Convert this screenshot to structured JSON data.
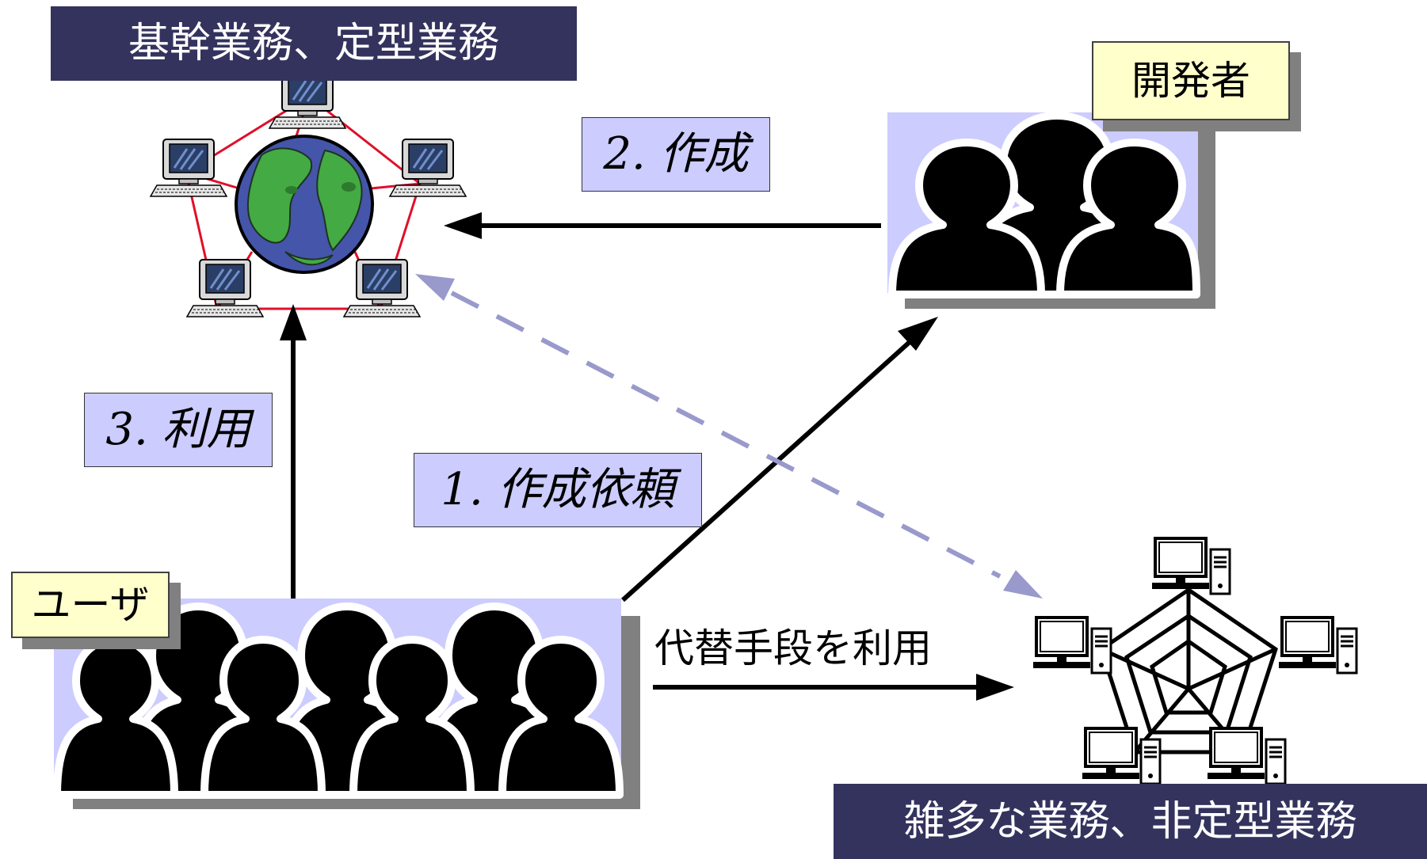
{
  "labels": {
    "core_business": "基幹業務、定型業務",
    "developer": "開発者",
    "user": "ユーザ",
    "misc_business": "雑多な業務、非定型業務",
    "alternative": "代替手段を利用"
  },
  "steps": {
    "step1": "1. 作成依頼",
    "step2": "2. 作成",
    "step3": "3. 利用"
  },
  "colors": {
    "navy": "#33335e",
    "lavender": "#ccccff",
    "yellow": "#ffffcc",
    "shadow": "#808080",
    "dashed_arrow": "#9999cc",
    "network_line": "#e0102a",
    "globe_ocean": "#4455aa",
    "globe_land": "#44aa44"
  },
  "icons": {
    "core_network": "globe-computer-network-icon",
    "misc_network": "web-computer-network-icon",
    "developer_group": "people-silhouette-icon",
    "user_group": "people-silhouette-icon"
  }
}
